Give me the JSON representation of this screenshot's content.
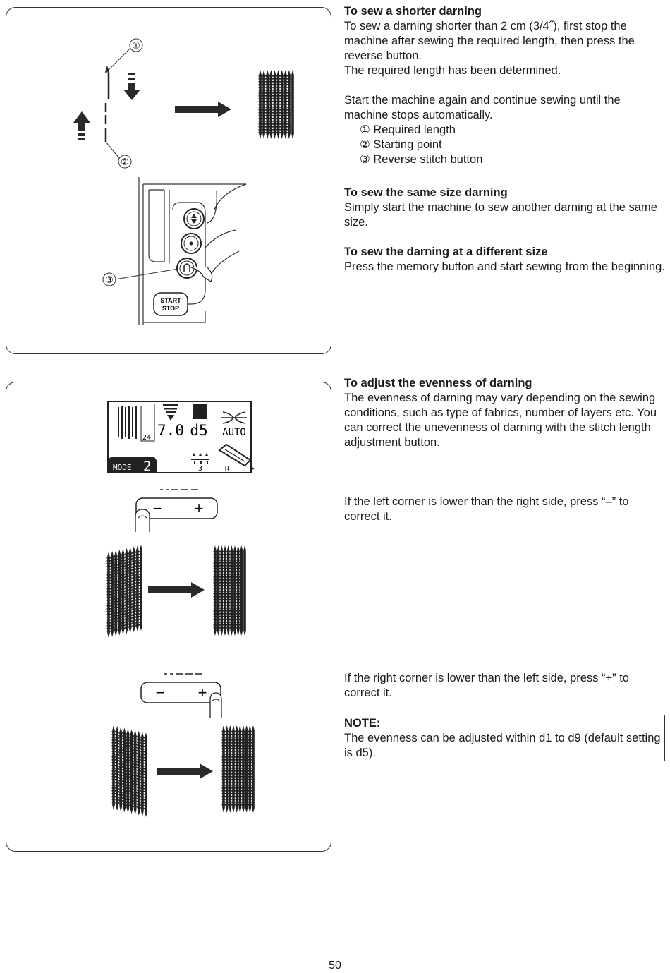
{
  "section1": {
    "heading": "To sew a shorter darning",
    "para1": "To sew a darning shorter than 2 cm (3/4˝), first stop the machine after sewing the required length, then press the reverse button.",
    "para2": "The required length has been determined.",
    "para3": "Start the machine again and continue sewing until the machine stops automatically.",
    "items": [
      "① Required length",
      "② Starting point",
      "③ Reverse stitch button"
    ]
  },
  "section2": {
    "heading": "To sew the same size darning",
    "para": "Simply start the machine to sew another darning at the same size."
  },
  "section3": {
    "heading": "To sew the darning at a different size",
    "para": "Press the memory button and start sewing from the beginning."
  },
  "section4": {
    "heading": "To adjust the evenness of darning",
    "para": "The evenness of darning may vary depending on the sewing conditions, such as type of fabrics, number of layers etc. You can correct the unevenness of darning with the stitch length adjustment button."
  },
  "left_corner_text": "If the left corner is lower than the right side, press  “–” to correct it.",
  "right_corner_text": "If the right corner is lower than the left side, press “+” to correct it.",
  "note": {
    "label": "NOTE:",
    "text": "The evenness can be adjusted within d1 to d9 (default setting is d5)."
  },
  "figure1": {
    "callout_1": "①",
    "callout_2": "②",
    "callout_3": "③",
    "start_label": "START",
    "stop_label": "STOP"
  },
  "lcd": {
    "pattern_number": "24",
    "stitch_length": "7.0",
    "evenness": "d5",
    "auto_label": "AUTO",
    "mode_label": "MODE",
    "mode_value": "2",
    "feed_value": "3",
    "foot_label": "R"
  },
  "adjust_button": {
    "minus": "−",
    "plus": "+"
  },
  "page_number": "50"
}
